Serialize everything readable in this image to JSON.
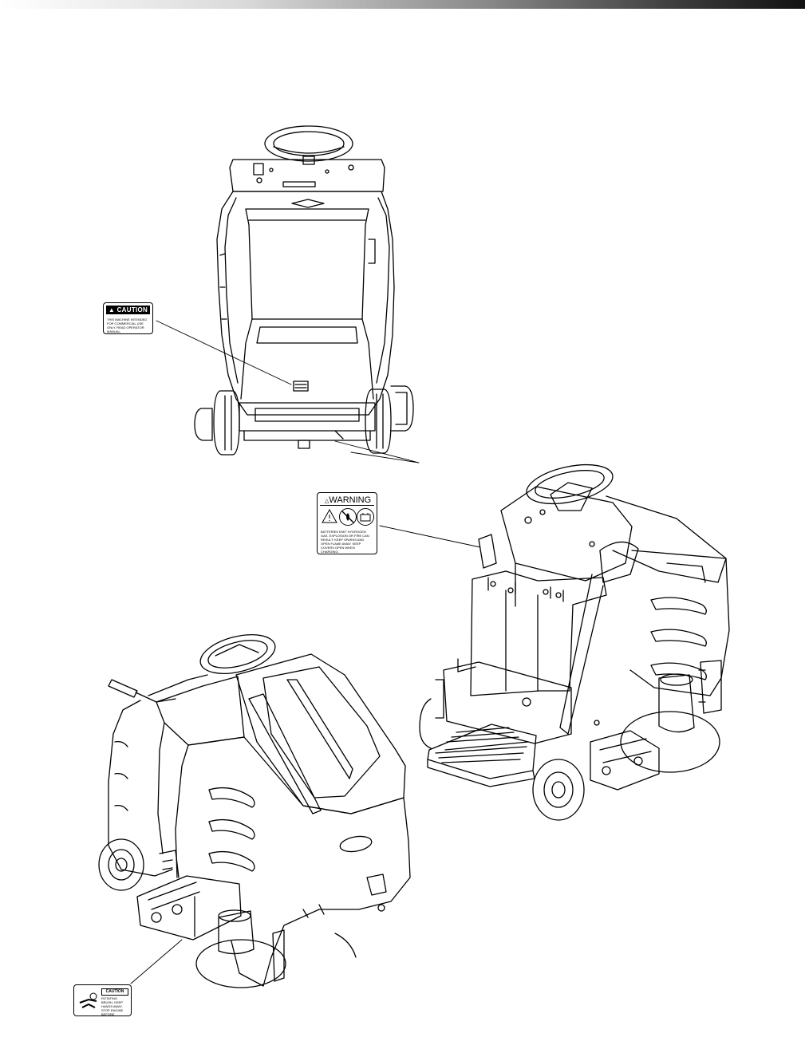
{
  "header": {
    "bar_colors": [
      "#ffffff",
      "#111111"
    ]
  },
  "labels": {
    "caution": {
      "heading": "CAUTION",
      "icon": "warning-triangle-icon",
      "body": "THIS MACHINE INTENDED FOR COMMERCIAL USE ONLY. READ OPERATOR MANUAL."
    },
    "warning": {
      "heading": "WARNING",
      "icons": [
        "warning-triangle-icon",
        "no-flame-icon",
        "goggles-icon",
        "battery-icon"
      ],
      "body": "BATTERIES EMIT HYDROGEN GAS. EXPLOSION OR FIRE CAN RESULT. KEEP SPARKS AND OPEN FLAME AWAY. KEEP COVERS OPEN WHEN CHARGING."
    },
    "brush": {
      "heading": "CAUTION",
      "icons": [
        "hand-pinch-icon",
        "rotating-brush-icon"
      ],
      "body": "ROTATING BRUSH. KEEP HANDS AWAY. STOP ENGINE BEFORE SERVICING."
    }
  },
  "drawings": [
    "rear-view-drawing",
    "front-three-quarter-drawing",
    "rear-three-quarter-drawing"
  ]
}
